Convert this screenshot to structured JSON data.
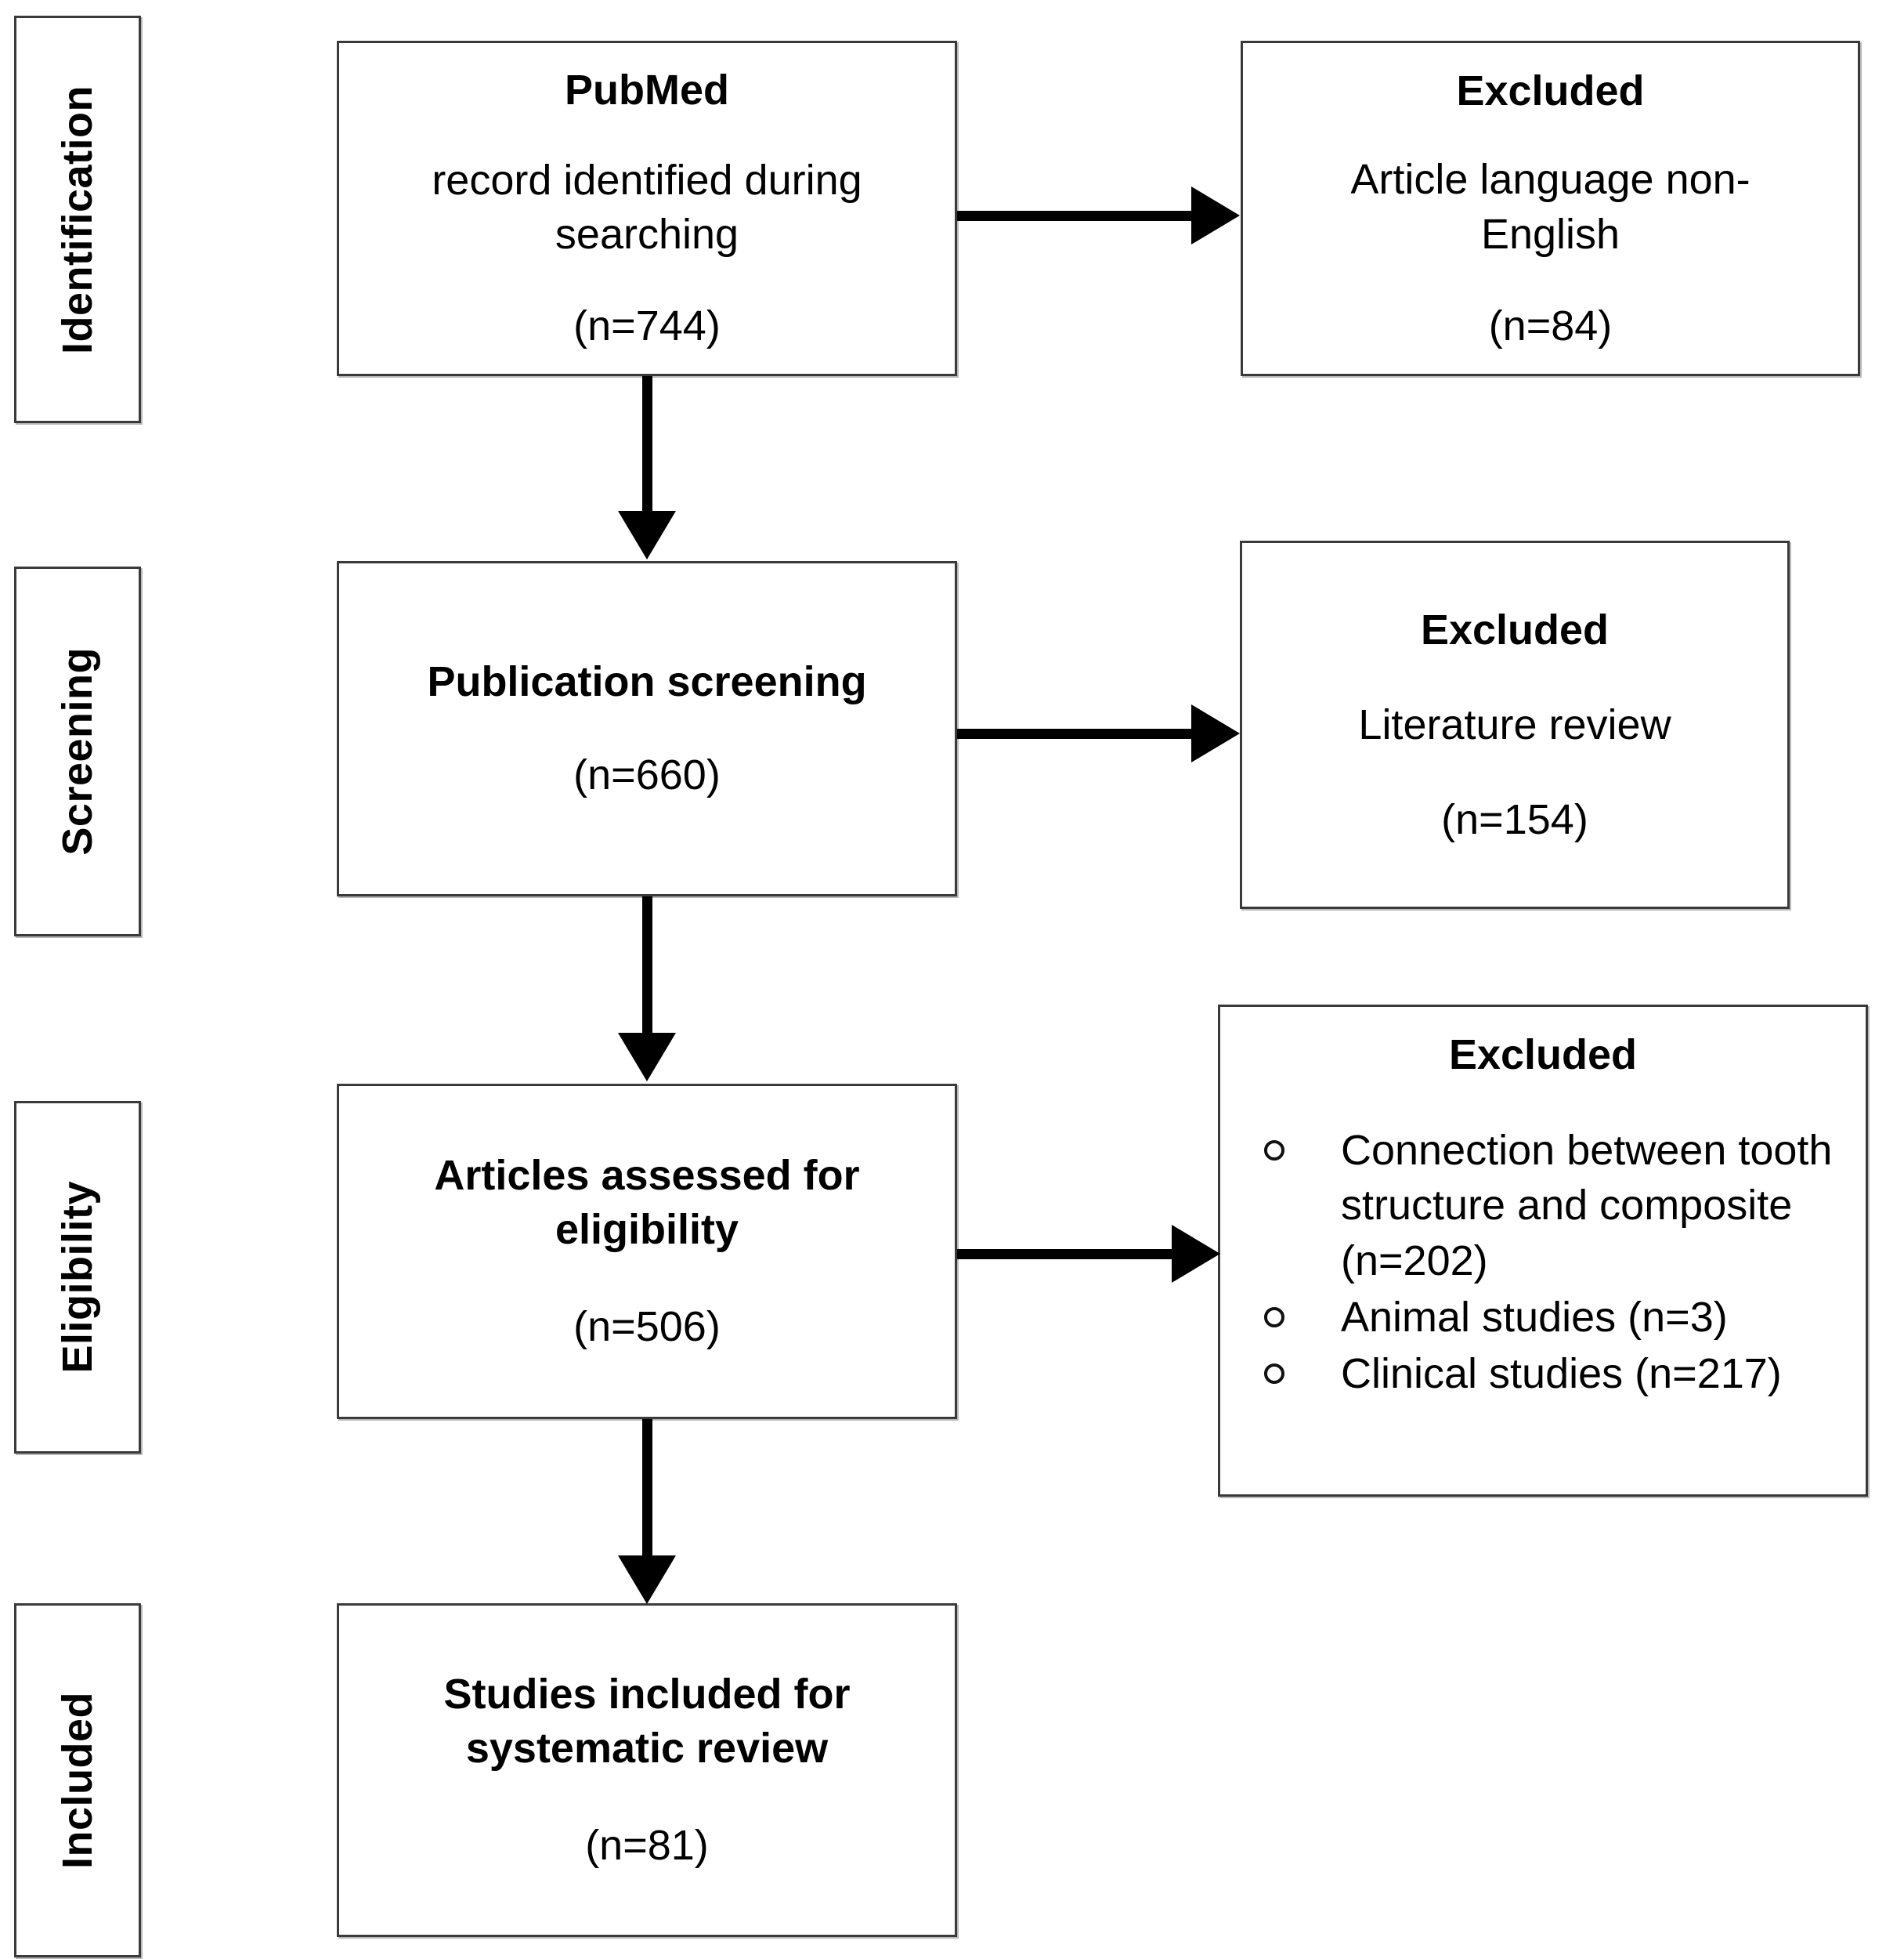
{
  "diagram": {
    "type": "prisma-flow-diagram",
    "title": "PRISMA flow diagram"
  },
  "stages": [
    {
      "label": "Identification"
    },
    {
      "label": "Screening"
    },
    {
      "label": "Eligibility"
    },
    {
      "label": "Included"
    }
  ],
  "main_boxes": [
    {
      "title": "PubMed",
      "subtitle": "record identified during searching",
      "count": "(n=744)"
    },
    {
      "title": "Publication screening",
      "subtitle": "",
      "count": "(n=660)"
    },
    {
      "title": "Articles assessed for eligibility",
      "subtitle": "",
      "count": "(n=506)"
    },
    {
      "title": "Studies included for systematic review",
      "subtitle": "",
      "count": "(n=81)"
    }
  ],
  "excluded_boxes": [
    {
      "title": "Excluded",
      "reason": "Article language non-English",
      "count": "(n=84)"
    },
    {
      "title": "Excluded",
      "reason": "Literature review",
      "count": "(n=154)"
    },
    {
      "title": "Excluded",
      "items": [
        "Connection between tooth structure and composite (n=202)",
        "Animal studies (n=3)",
        "Clinical studies (n=217)"
      ]
    }
  ],
  "colors": {
    "border": "#3a3a3a",
    "arrow": "#000000",
    "background": "#ffffff",
    "text": "#000000"
  }
}
